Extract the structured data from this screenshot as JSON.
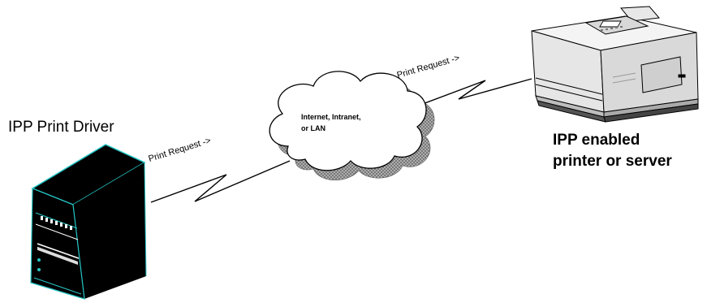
{
  "labels": {
    "driver": "IPP Print Driver",
    "printer_line1": "IPP enabled",
    "printer_line2": "printer or server",
    "cloud_line1": "Internet, Intranet,",
    "cloud_line2": "or LAN",
    "request_left": "Print Request ->",
    "request_right": "Print Request ->"
  },
  "icons": {
    "server": "server-tower-icon",
    "cloud": "network-cloud-icon",
    "printer": "laser-printer-icon"
  },
  "colors": {
    "server_body": "#000000",
    "server_highlight": "#27c7c7",
    "cloud_shadow": "#8c8c8c",
    "printer_body": "#e6e6e6"
  }
}
